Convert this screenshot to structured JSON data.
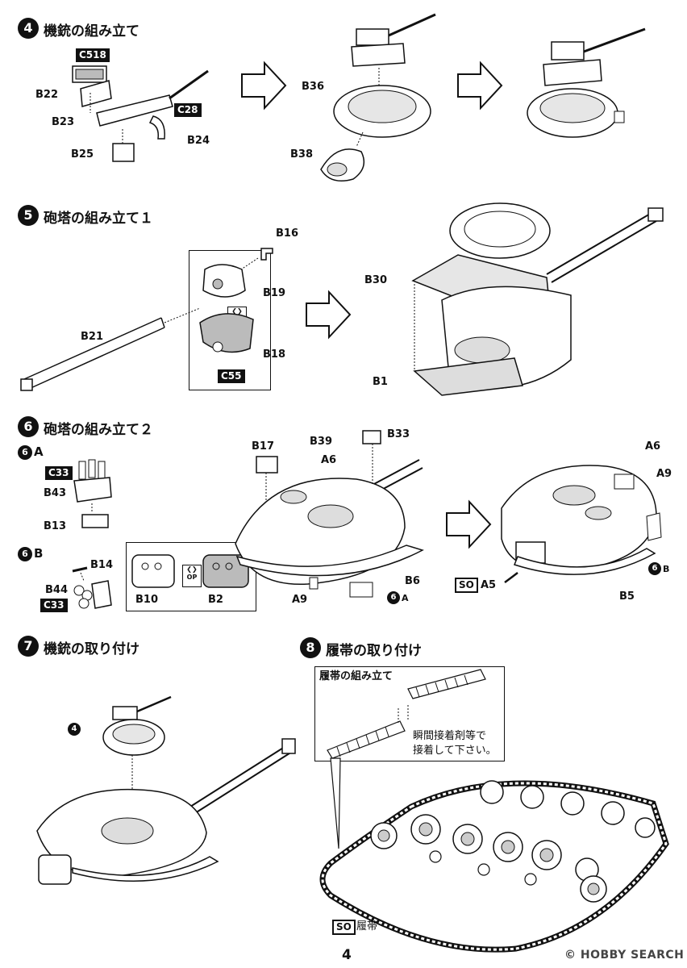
{
  "steps": [
    {
      "num": "4",
      "title": "機銃の組み立て"
    },
    {
      "num": "5",
      "title": "砲塔の組み立て１"
    },
    {
      "num": "6",
      "title": "砲塔の組み立て２"
    },
    {
      "num": "7",
      "title": "機銃の取り付け"
    },
    {
      "num": "8",
      "title": "履帯の取り付け"
    }
  ],
  "step4": {
    "C518": "C518",
    "B22": "B22",
    "C28": "C28",
    "B23": "B23",
    "B24": "B24",
    "B25": "B25",
    "B36": "B36",
    "B38": "B38"
  },
  "step5": {
    "B16": "B16",
    "B19": "B19",
    "B18": "B18",
    "C55": "C55",
    "B21": "B21",
    "B30": "B30",
    "B1": "B1",
    "op": "OP"
  },
  "step6": {
    "subA_num": "6",
    "subA_letter": "A",
    "subB_num": "6",
    "subB_letter": "B",
    "C33": "C33",
    "B43": "B43",
    "B13": "B13",
    "B14": "B14",
    "B44": "B44",
    "C33b": "C33",
    "B17": "B17",
    "B39": "B39",
    "A6": "A6",
    "B33": "B33",
    "B10": "B10",
    "B2": "B2",
    "A9": "A9",
    "B6": "B6",
    "ref_num": "6",
    "refA": "A",
    "A6r": "A6",
    "A9r": "A9",
    "refB": "B",
    "SO": "SO",
    "A5": "A5",
    "B5": "B5",
    "op": "OP"
  },
  "step7": {
    "ref": "4"
  },
  "step8": {
    "box_title": "履帯の組み立て",
    "note_line1": "瞬間接着剤等で",
    "note_line2": "接着して下さい。",
    "SO": "SO",
    "track": "履帯"
  },
  "footer": {
    "page": "4",
    "brand": "HOBBY SEARCH",
    "brand_mark": "©"
  }
}
